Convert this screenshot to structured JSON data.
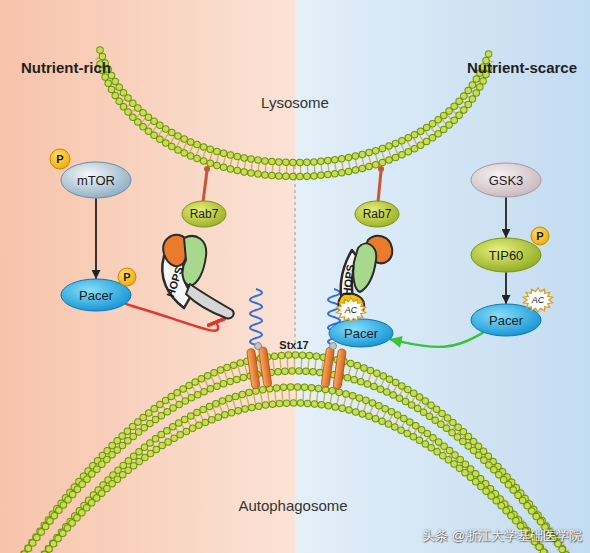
{
  "diagram": {
    "nodes": [
      {
        "text": [
          "mTOR"
        ]
      },
      {
        "text": [
          "P"
        ]
      },
      {
        "text": [
          "Pacer"
        ]
      },
      {
        "text": [
          "P"
        ]
      },
      {
        "text": [
          "Rab7"
        ]
      },
      {
        "text": [
          "HOPS"
        ]
      },
      {
        "text": [
          "Rab7"
        ]
      },
      {
        "text": [
          "HOPS"
        ]
      },
      {
        "text": [
          "AC"
        ]
      },
      {
        "text": [
          "Pacer"
        ]
      },
      {
        "text": [
          "GSK3"
        ]
      },
      {
        "text": [
          "TIP60"
        ]
      },
      {
        "text": [
          "P"
        ]
      },
      {
        "text": [
          "Pacer"
        ]
      },
      {
        "text": [
          "AC"
        ]
      }
    ],
    "edges": [
      {
        "from": 0,
        "to": 2,
        "arrow": "to"
      },
      {
        "from": 2,
        "to": 5,
        "arrow": "to"
      },
      {
        "from": 10,
        "to": 11,
        "arrow": "to"
      },
      {
        "from": 11,
        "to": 13,
        "arrow": "to"
      },
      {
        "from": 13,
        "to": 9,
        "arrow": "to"
      }
    ],
    "labels": [
      "Nutrient-rich",
      "Nutrient-scarce",
      "Lysosome",
      "Stx17",
      "Autophagosome",
      "头条 @浙江大学基础医学院"
    ]
  }
}
